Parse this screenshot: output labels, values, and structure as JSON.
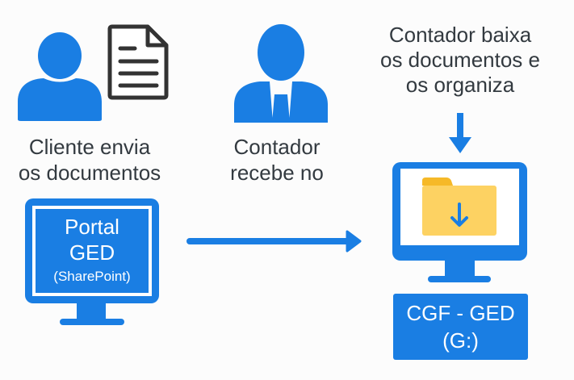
{
  "colors": {
    "primary_blue": "#1a7ee3",
    "text_dark": "#333a40",
    "folder_yellow": "#fdd262",
    "folder_tab": "#f6b928",
    "doc_outline": "#333333",
    "background": "#fcfcfc"
  },
  "steps": [
    {
      "id": "client",
      "icon": "user-icon",
      "secondary_icon": "document-icon",
      "label_lines": [
        "Cliente envia",
        "os documentos"
      ]
    },
    {
      "id": "accountant-receives",
      "icon": "businessman-icon",
      "label_lines": [
        "Contador",
        "recebe no"
      ]
    },
    {
      "id": "accountant-organizes",
      "icon": "arrow-down-icon",
      "label_lines": [
        "Contador baixa",
        "os documentos e",
        "os organiza"
      ]
    }
  ],
  "portal_monitor": {
    "icon": "monitor-icon",
    "lines": [
      "Portal",
      "GED",
      "(SharePoint)"
    ]
  },
  "flow_arrow": {
    "icon": "arrow-right-icon",
    "direction": "right"
  },
  "destination_monitor": {
    "icon": "monitor-icon",
    "screen_icon": "folder-download-icon"
  },
  "destination_box": {
    "lines": [
      "CGF - GED",
      "(G:)"
    ]
  }
}
